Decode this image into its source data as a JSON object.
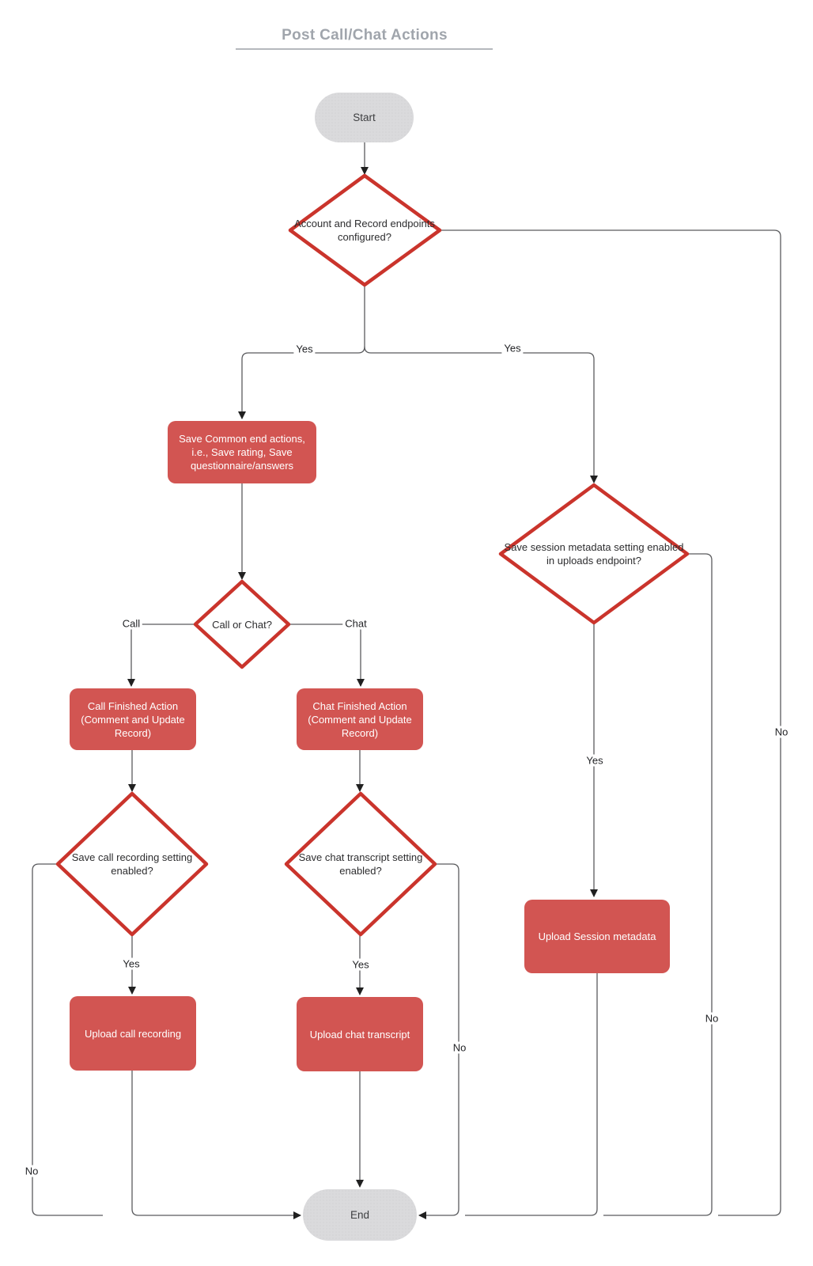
{
  "title": "Post Call/Chat Actions",
  "colors": {
    "process_fill": "#d25552",
    "process_text": "#ffffff",
    "decision_stroke": "#ca342c",
    "decision_fill": "#ffffff",
    "terminator_fill": "#dadadc",
    "terminator_text": "#3d3e40",
    "connector": "#5a5b5e",
    "arrowhead": "#202020",
    "title_text": "#a0a5ac"
  },
  "nodes": {
    "start": {
      "label": "Start",
      "type": "terminator"
    },
    "end": {
      "label": "End",
      "type": "terminator"
    },
    "d_endpoints": {
      "label": "Account and Record endpoints configured?",
      "type": "decision"
    },
    "p_common": {
      "label": "Save Common end actions, i.e., Save rating, Save questionnaire/answers",
      "type": "process"
    },
    "d_call_or_chat": {
      "label": "Call or Chat?",
      "type": "decision"
    },
    "p_call_finished": {
      "label": "Call Finished Action (Comment and Update Record)",
      "type": "process"
    },
    "p_chat_finished": {
      "label": "Chat Finished Action (Comment and Update Record)",
      "type": "process"
    },
    "d_call_recording": {
      "label": "Save call recording setting enabled?",
      "type": "decision"
    },
    "d_chat_transcript": {
      "label": "Save chat transcript setting enabled?",
      "type": "decision"
    },
    "d_session_metadata": {
      "label": "Save session metadata setting enabled in uploads endpoint?",
      "type": "decision"
    },
    "p_upload_call": {
      "label": "Upload call recording",
      "type": "process"
    },
    "p_upload_chat": {
      "label": "Upload chat transcript",
      "type": "process"
    },
    "p_upload_session": {
      "label": "Upload Session metadata",
      "type": "process"
    }
  },
  "edge_labels": {
    "yes_common": "Yes",
    "yes_session_branch": "Yes",
    "no_endpoints": "No",
    "call": "Call",
    "chat": "Chat",
    "yes_call": "Yes",
    "yes_chat": "Yes",
    "yes_session": "Yes",
    "no_call": "No",
    "no_chat": "No",
    "no_session": "No"
  }
}
